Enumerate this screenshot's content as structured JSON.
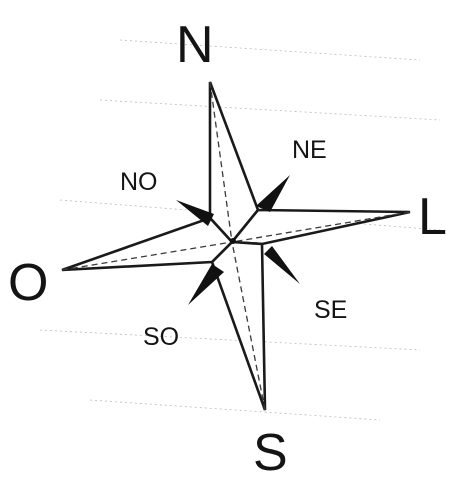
{
  "compass": {
    "labels": {
      "north": "N",
      "east": "L",
      "south": "S",
      "west": "O",
      "northeast": "NE",
      "northwest": "NO",
      "southeast": "SE",
      "southwest": "SO"
    },
    "colors": {
      "ink": "#141414",
      "background": "#ffffff"
    }
  }
}
